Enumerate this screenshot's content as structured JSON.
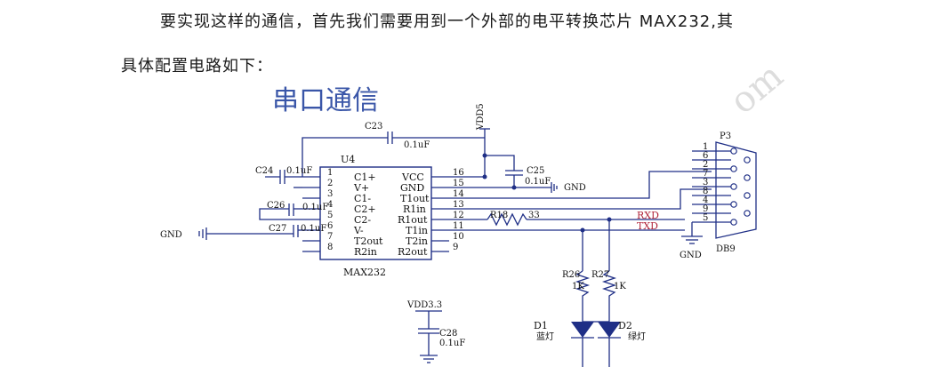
{
  "text": {
    "para1": "要实现这样的通信，首先我们需要用到一个外部的电平转换芯片 MAX232,其",
    "para2": "具体配置电路如下："
  },
  "schematic": {
    "title": "串口通信",
    "chip": {
      "ref": "U4",
      "name": "MAX232",
      "left_pins": [
        {
          "num": "1",
          "name": "C1+"
        },
        {
          "num": "2",
          "name": "V+"
        },
        {
          "num": "3",
          "name": "C1-"
        },
        {
          "num": "4",
          "name": "C2+"
        },
        {
          "num": "5",
          "name": "C2-"
        },
        {
          "num": "6",
          "name": "V-"
        },
        {
          "num": "7",
          "name": "T2out"
        },
        {
          "num": "8",
          "name": "R2in"
        }
      ],
      "right_pins": [
        {
          "num": "16",
          "name": "VCC"
        },
        {
          "num": "15",
          "name": "GND"
        },
        {
          "num": "14",
          "name": "T1out"
        },
        {
          "num": "13",
          "name": "R1in"
        },
        {
          "num": "12",
          "name": "R1out"
        },
        {
          "num": "11",
          "name": "T1in"
        },
        {
          "num": "10",
          "name": "T2in"
        },
        {
          "num": "9",
          "name": "R2out"
        }
      ]
    },
    "capacitors": {
      "c23": {
        "ref": "C23",
        "value": "0.1uF"
      },
      "c24": {
        "ref": "C24",
        "value": "0.1uF"
      },
      "c25": {
        "ref": "C25",
        "value": "0.1uF"
      },
      "c26": {
        "ref": "C26",
        "value": "0.1uF"
      },
      "c27": {
        "ref": "C27",
        "value": "0.1uF"
      },
      "c28": {
        "ref": "C28",
        "value": "0.1uF"
      }
    },
    "resistors": {
      "r18": {
        "ref": "R18",
        "value": "33"
      },
      "r26": {
        "ref": "R26",
        "value": "1K"
      },
      "r27": {
        "ref": "R27",
        "value": "1K"
      }
    },
    "leds": {
      "d1": {
        "ref": "D1",
        "label": "蓝灯"
      },
      "d2": {
        "ref": "D2",
        "label": "绿灯"
      }
    },
    "nets": {
      "vdd5": "VDD5",
      "vdd33": "VDD3.3",
      "gnd": "GND",
      "rxd": "RXD",
      "txd": "TXD"
    },
    "connector": {
      "ref": "P3",
      "name": "DB9",
      "pins": [
        "1",
        "6",
        "2",
        "7",
        "3",
        "8",
        "4",
        "9",
        "5"
      ]
    },
    "colors": {
      "wire": "#1f2f86",
      "net_label": "#b0243a",
      "title": "#3a56a8"
    }
  }
}
